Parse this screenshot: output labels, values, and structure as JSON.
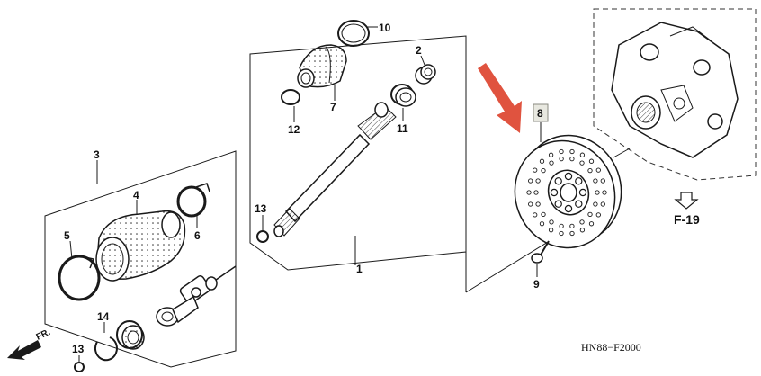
{
  "callouts": {
    "c1": "1",
    "c2": "2",
    "c3": "3",
    "c4": "4",
    "c5": "5",
    "c6": "6",
    "c7": "7",
    "c8": "8",
    "c9": "9",
    "c10": "10",
    "c11": "11",
    "c12": "12",
    "c13a": "13",
    "c13b": "13",
    "c14": "14"
  },
  "ref_group": "F-19",
  "direction_label": "FR.",
  "figure_code": "HN88−F2000",
  "colors": {
    "highlight_arrow": "#e0533f",
    "line": "#1a1a1a",
    "callout_box": "#e8e8e0"
  },
  "icons": {
    "direction": "front-direction-arrow-icon",
    "ref": "down-arrow-icon",
    "highlight": "highlight-arrow-icon"
  }
}
